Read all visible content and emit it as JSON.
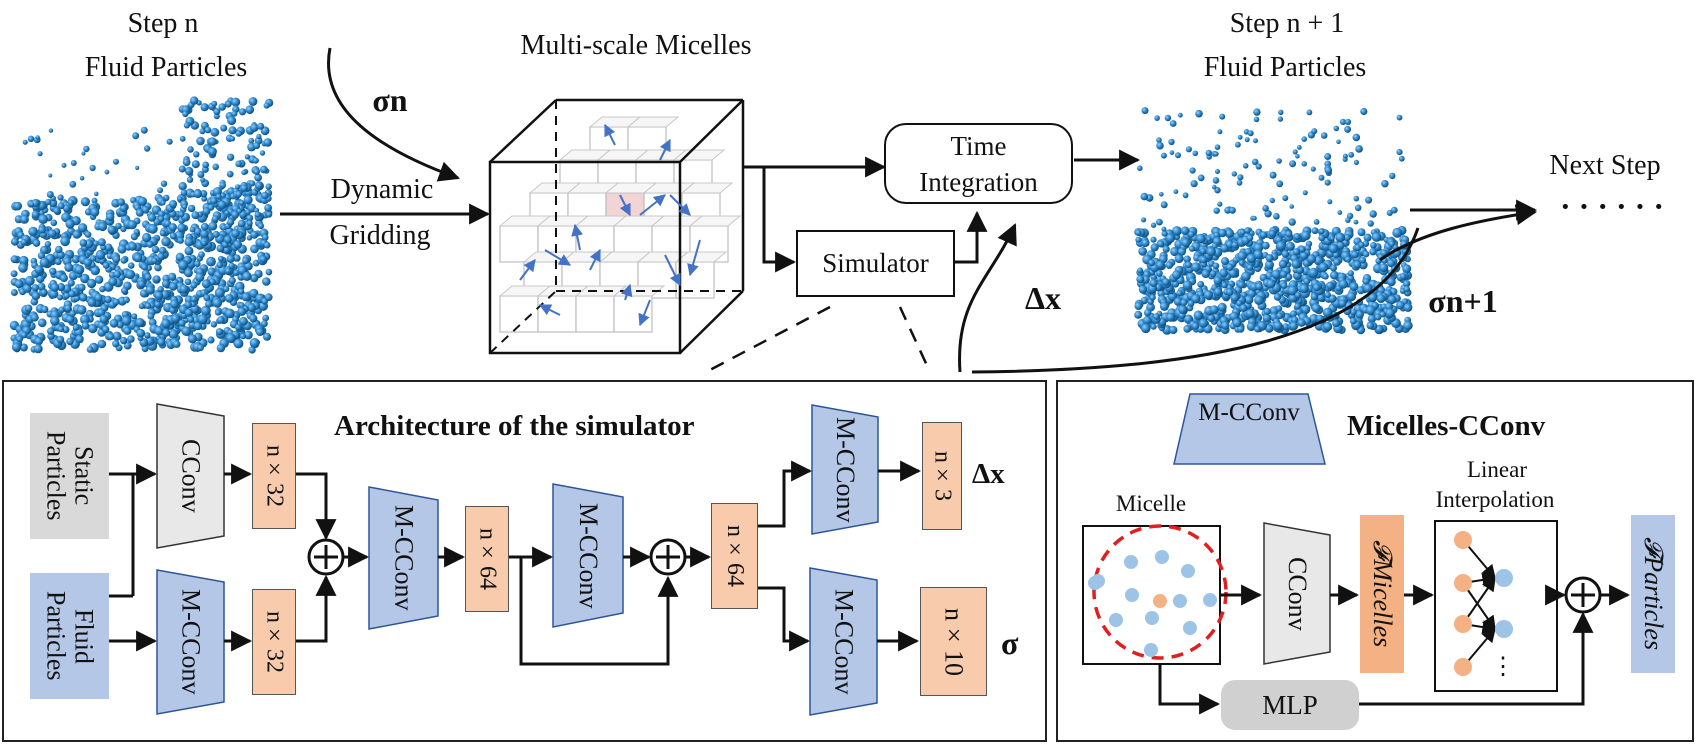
{
  "top": {
    "step_n_line1": "Step n",
    "step_n_line2": "Fluid Particles",
    "sigma_n": "σn",
    "dynamic_line1": "Dynamic",
    "dynamic_line2": "Gridding",
    "micelles_title": "Multi-scale Micelles",
    "time_integration_line1": "Time",
    "time_integration_line2": "Integration",
    "simulator": "Simulator",
    "delta_x": "Δx",
    "step_n1_line1": "Step n + 1",
    "step_n1_line2": "Fluid Particles",
    "next_step": "Next Step",
    "dots": "· · · · · ·",
    "sigma_n1": "σn+1"
  },
  "architecture": {
    "title": "Architecture of the simulator",
    "static_particles": "Static Particles",
    "fluid_particles": "Fluid Particles",
    "cconv": "CConv",
    "mcconv": "M-CConv",
    "n32_a": "n×32",
    "n32_b": "n×32",
    "n64_a": "n×64",
    "n64_b": "n×64",
    "n3": "n×3",
    "n10": "n×10",
    "out_delta_x": "Δx",
    "out_sigma": "σ"
  },
  "micelles_cconv": {
    "legend_label": "M-CConv",
    "title": "Micelles-CConv",
    "micelle": "Micelle",
    "linear_interp_line1": "Linear",
    "linear_interp_line2": "Interpolation",
    "cconv": "CConv",
    "f_micelles": "𝓕Micelles",
    "f_particles": "𝓕Particles",
    "mlp": "MLP",
    "vdots": "⋮"
  },
  "colors": {
    "particle_blue": "#2e86c9",
    "orange_block": "#f8cbad",
    "blue_block": "#b4c7e7",
    "gray_block": "#e8e8e8",
    "red_dash": "#e02020",
    "micelle_dot_blue": "#9dc3e6",
    "micelle_dot_orange": "#f4b183"
  }
}
